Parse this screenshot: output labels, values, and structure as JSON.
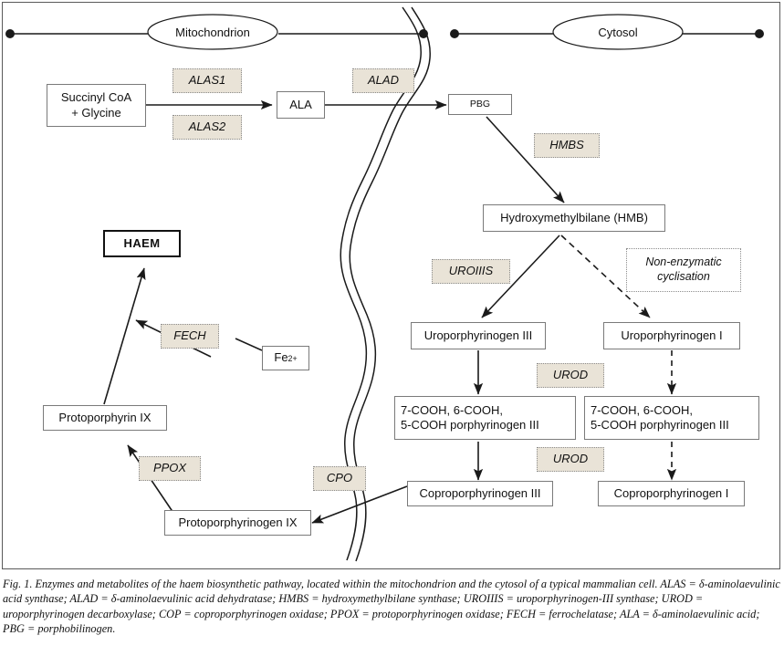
{
  "figure": {
    "caption": "Fig. 1. Enzymes and metabolites of the haem biosynthetic pathway, located within the mitochondrion and the cytosol of a typical mammalian cell. ALAS = δ-aminolaevulinic acid synthase; ALAD = δ-aminolaevulinic acid dehydratase; HMBS = hydroxymethylbilane synthase; UROIIIS = uroporphyrinogen-III synthase; UROD = uroporphyrinogen decarboxylase; COP = coproporphyrinogen oxidase; PPOX = protoporphyrinogen oxidase; FECH = ferrochelatase; ALA = δ-aminolaevulinic acid; PBG = porphobilinogen."
  },
  "compartments": [
    {
      "id": "mitochondrion",
      "label": "Mitochondrion"
    },
    {
      "id": "cytosol",
      "label": "Cytosol"
    }
  ],
  "metabolites": [
    {
      "id": "succinyl-coa-glycine",
      "label": "Succinyl CoA\n+ Glycine"
    },
    {
      "id": "ala",
      "label": "ALA"
    },
    {
      "id": "pbg",
      "label": "PBG"
    },
    {
      "id": "hydroxymethylbilane",
      "label": "Hydroxymethylbilane (HMB)"
    },
    {
      "id": "uroporphyrinogen-iii",
      "label": "Uroporphyrinogen III"
    },
    {
      "id": "uroporphyrinogen-i",
      "label": "Uroporphyrinogen I"
    },
    {
      "id": "cooh-porphyrinogen-iii",
      "label": "7-COOH, 6-COOH,\n5-COOH porphyrinogen III"
    },
    {
      "id": "cooh-porphyrinogen-i",
      "label": "7-COOH, 6-COOH,\n5-COOH porphyrinogen III"
    },
    {
      "id": "coproporphyrinogen-iii",
      "label": "Coproporphyrinogen III"
    },
    {
      "id": "coproporphyrinogen-i",
      "label": "Coproporphyrinogen I"
    },
    {
      "id": "protoporphyrinogen-ix",
      "label": "Protoporphyrinogen IX"
    },
    {
      "id": "protoporphyrin-ix",
      "label": "Protoporphyrin IX"
    },
    {
      "id": "haem",
      "label": "HAEM"
    }
  ],
  "iron": {
    "id": "fe2",
    "element": "Fe",
    "charge": "2+"
  },
  "enzymes": [
    {
      "id": "alas1",
      "label": "ALAS1"
    },
    {
      "id": "alas2",
      "label": "ALAS2"
    },
    {
      "id": "alad",
      "label": "ALAD"
    },
    {
      "id": "hmbs",
      "label": "HMBS"
    },
    {
      "id": "uroiiis",
      "label": "UROIIIS"
    },
    {
      "id": "urod-1",
      "label": "UROD"
    },
    {
      "id": "urod-2",
      "label": "UROD"
    },
    {
      "id": "cpo",
      "label": "CPO"
    },
    {
      "id": "ppox",
      "label": "PPOX"
    },
    {
      "id": "fech",
      "label": "FECH"
    }
  ],
  "annotations": [
    {
      "id": "non-enzymatic-cyclisation",
      "label": "Non-enzymatic\ncyclisation"
    }
  ],
  "colors": {
    "enzyme_fill": "#e9e3d7",
    "enzyme_border": "#8c8c8c",
    "node_border": "#7a7a7a",
    "stroke": "#1a1a1a",
    "frame": "#5a5a5a",
    "background": "#ffffff"
  }
}
